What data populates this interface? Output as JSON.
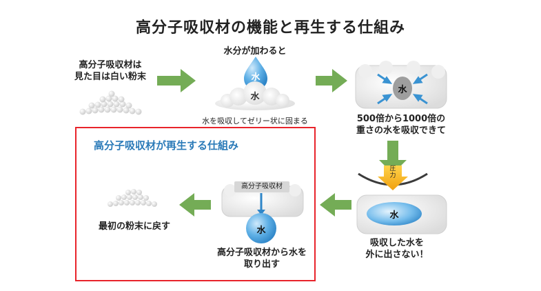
{
  "title": "高分子吸収材の機能と再生する仕組み",
  "steps": {
    "powder_label": "高分子吸収材は\n見た目は白い粉末",
    "water_added": "水分が加わると",
    "water_glyph": "水",
    "gel_label": "水を吸収してゼリー状に固まる",
    "absorb_label": "500倍から1000倍の\n重さの水を吸収できて",
    "pressure_label": "圧力",
    "retain_label": "吸収した水を\n外に出さない！"
  },
  "regen": {
    "title": "高分子吸収材が再生する仕組み",
    "tag": "高分子吸収材",
    "extract_label": "高分子吸収材から水を\n取り出す",
    "return_label": "最初の粉末に戻す"
  },
  "colors": {
    "arrow_green": "#74ac56",
    "water_blue": "#4a9fd8",
    "highlight_red": "#e8232a",
    "subtitle_blue": "#2a7ab8",
    "pressure_yellow": "#f2b21a"
  }
}
